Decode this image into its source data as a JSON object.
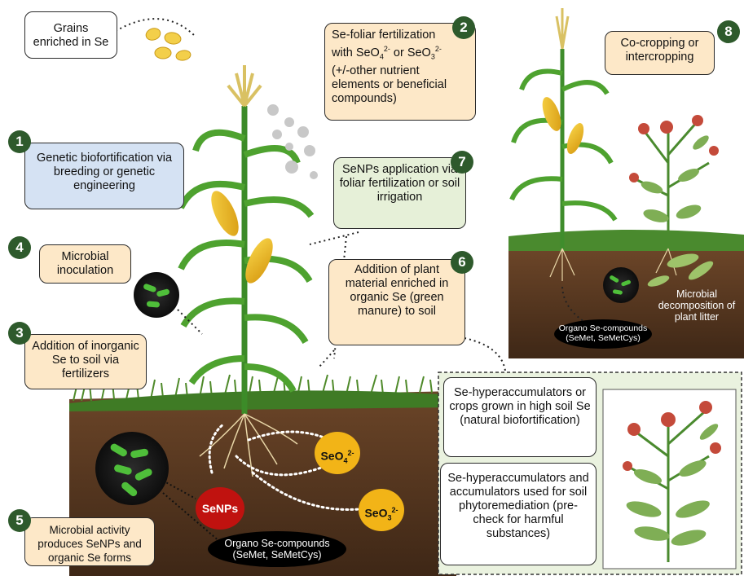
{
  "callouts": {
    "grains": "Grains enriched in Se",
    "foliar": {
      "line1a": "Se-foliar fertilization",
      "line2a": "with SeO",
      "sub1": "4",
      "sup1": "2-",
      "or": " or SeO",
      "sub2": "3",
      "sup2": "2-",
      "rest": "(+/-other nutrient elements or beneficial compounds)"
    },
    "genetic": "Genetic biofortification via breeding or genetic engineering",
    "senps": "SeNPs application via foliar fertilization or soil irrigation",
    "microbial_inoculation": "Microbial inoculation",
    "green_manure": "Addition of plant material enriched in organic Se (green manure) to soil",
    "inorganic": "Addition of inorganic Se to soil via fertilizers",
    "microbial_activity": "Microbial activity produces SeNPs and organic Se forms",
    "cocropping": "Co-cropping or intercropping",
    "hyperacc_natural": "Se-hyperaccumulators or crops grown in high soil Se (natural biofortification)",
    "hyperacc_phyto": "Se-hyperaccumulators and accumulators used for soil phytoremediation (pre-check for harmful substances)"
  },
  "numbers": {
    "n1": "1",
    "n2": "2",
    "n3": "3",
    "n4": "4",
    "n5": "5",
    "n6": "6",
    "n7": "7",
    "n8": "8"
  },
  "soil_labels": {
    "senps": "SeNPs",
    "seo4_base": "SeO",
    "seo4_sub": "4",
    "seo4_sup": "2-",
    "seo3_base": "SeO",
    "seo3_sub": "3",
    "seo3_sup": "2-",
    "organo_main_line1": "Organo Se-compounds",
    "organo_main_line2": "(SeMet, SeMetCys)",
    "organo_inset_line1": "Organo Se-compounds",
    "organo_inset_line2": "(SeMet, SeMetCys)",
    "microbial_decomposition": "Microbial decomposition of plant litter"
  },
  "colors": {
    "badge": "#2e5a2c",
    "orange_box": "#fde8c8",
    "blue_box": "#d5e2f3",
    "green_box": "#e6f0d8",
    "senps_red": "#c0120f",
    "seo_yellow": "#f2b417",
    "soil": "#5b3a22",
    "inset_bg": "#eaf2df"
  }
}
